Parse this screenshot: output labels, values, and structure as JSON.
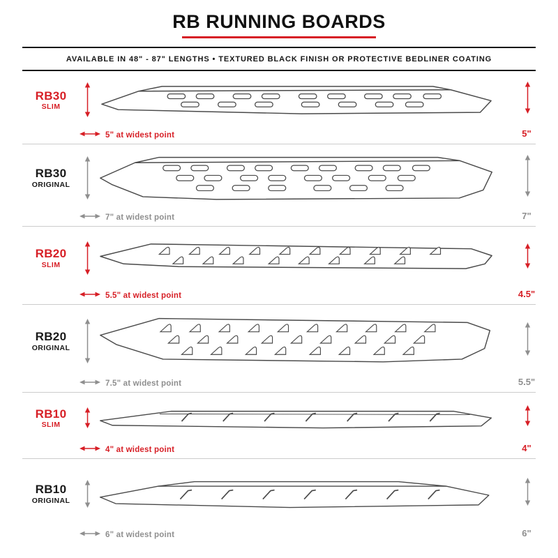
{
  "header": {
    "title": "RB RUNNING BOARDS",
    "subtitle": "AVAILABLE IN 48\" - 87\" LENGTHS   •   TEXTURED BLACK FINISH OR PROTECTIVE BEDLINER COATING"
  },
  "colors": {
    "accent_red": "#d71f26",
    "text_black": "#1a1a1a",
    "muted_gray": "#8f8f8f"
  },
  "rows": [
    {
      "model": "RB30",
      "variant": "SLIM",
      "width_note": "5\" at widest point",
      "height_label": "5\"",
      "style": "slim"
    },
    {
      "model": "RB30",
      "variant": "ORIGINAL",
      "width_note": "7\" at widest point",
      "height_label": "7\"",
      "style": "original"
    },
    {
      "model": "RB20",
      "variant": "SLIM",
      "width_note": "5.5\" at widest point",
      "height_label": "4.5\"",
      "style": "slim"
    },
    {
      "model": "RB20",
      "variant": "ORIGINAL",
      "width_note": "7.5\" at widest point",
      "height_label": "5.5\"",
      "style": "original"
    },
    {
      "model": "RB10",
      "variant": "SLIM",
      "width_note": "4\" at widest point",
      "height_label": "4\"",
      "style": "slim"
    },
    {
      "model": "RB10",
      "variant": "ORIGINAL",
      "width_note": "6\" at widest point",
      "height_label": "6\"",
      "style": "original"
    }
  ]
}
